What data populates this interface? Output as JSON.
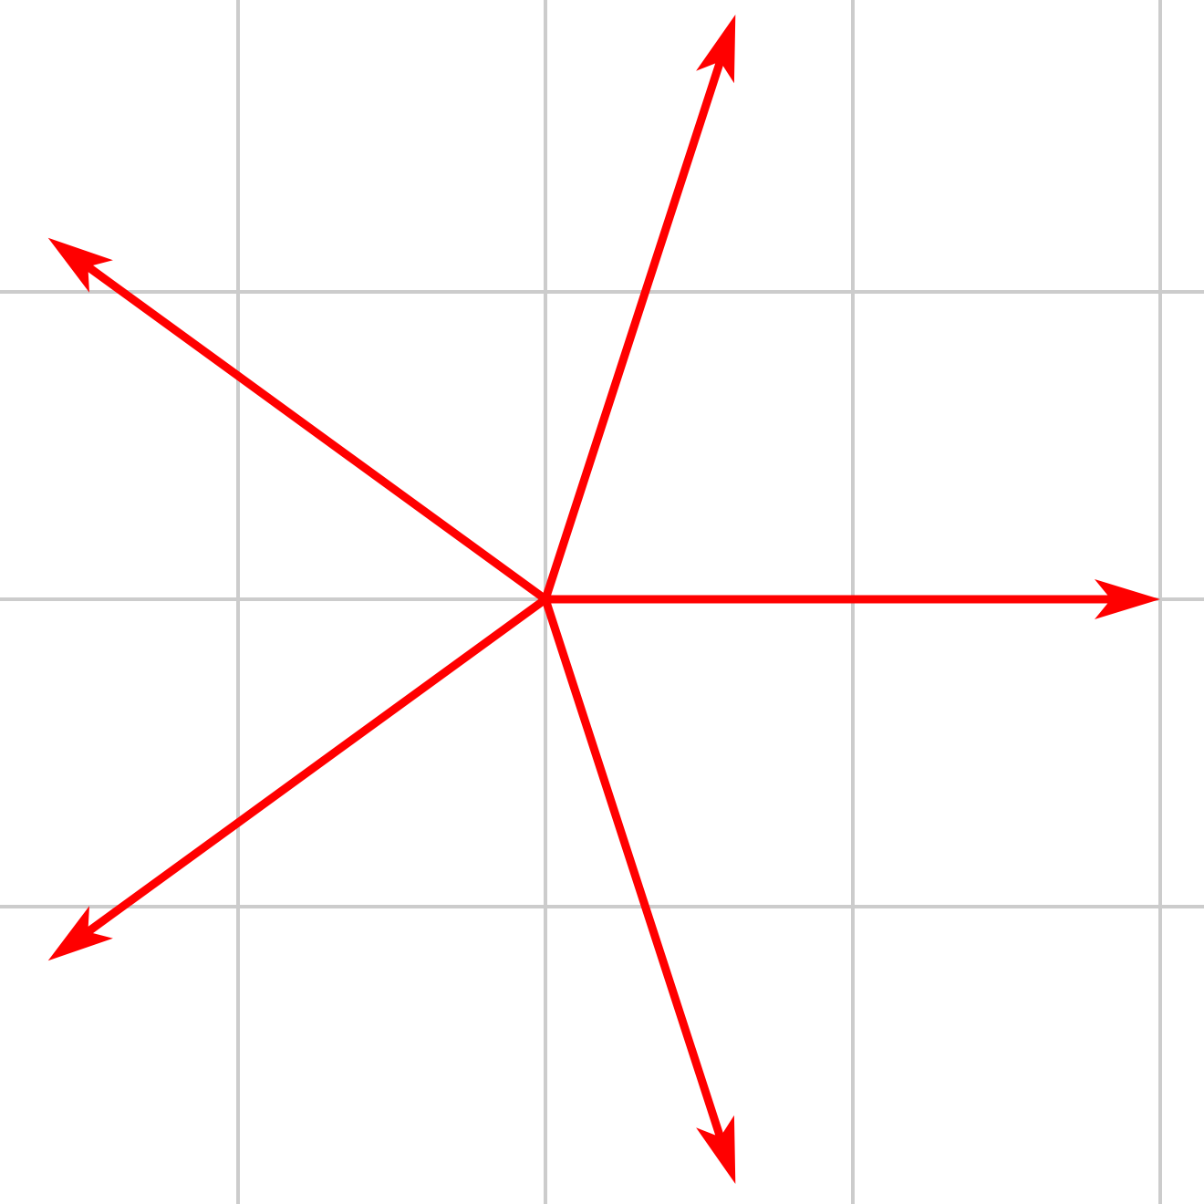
{
  "diagram": {
    "type": "vector-diagram",
    "grid_color": "#cccccc",
    "vector_color": "#ff0000",
    "grid": {
      "x_lines": [
        -1,
        0,
        1,
        2
      ],
      "y_lines": [
        -1,
        0,
        1
      ]
    },
    "origin": [
      0,
      0
    ],
    "vectors": [
      {
        "x": 2.0,
        "y": 0.0
      },
      {
        "x": 0.618,
        "y": 1.902
      },
      {
        "x": -1.618,
        "y": 1.176
      },
      {
        "x": -1.618,
        "y": -1.176
      },
      {
        "x": 0.618,
        "y": -1.902
      }
    ]
  }
}
